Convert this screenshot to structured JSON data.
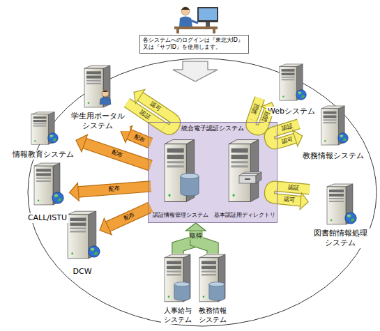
{
  "diagram": {
    "nodes": [
      {
        "text": [
          "各システムへのログインは『東北大ID』又は『サブID』を使用します。"
        ]
      },
      {
        "text": [
          "統合電子認証システム"
        ]
      },
      {
        "text": [
          "認証情報管理システム"
        ],
        "in": 1
      },
      {
        "text": [
          "基本認証用ディレクトリ"
        ],
        "in": 1
      },
      {
        "text": [
          "学生用ポータル システム"
        ]
      },
      {
        "text": [
          "情報教育システム"
        ]
      },
      {
        "text": [
          "CALL/ISTU"
        ]
      },
      {
        "text": [
          "DCW"
        ]
      },
      {
        "text": [
          "Webシステム"
        ]
      },
      {
        "text": [
          "教務情報システム"
        ]
      },
      {
        "text": [
          "図書館情報処理 システム"
        ]
      },
      {
        "text": [
          "人事給与 システム"
        ]
      },
      {
        "text": [
          "教務情報 システム"
        ]
      }
    ],
    "edges": [
      {
        "from": 2,
        "to": 4,
        "label": "配布",
        "arrow": "to"
      },
      {
        "from": 2,
        "to": 5,
        "label": "配布",
        "arrow": "to"
      },
      {
        "from": 2,
        "to": 6,
        "label": "配布",
        "arrow": "to"
      },
      {
        "from": 2,
        "to": 7,
        "label": "配布",
        "arrow": "to"
      },
      {
        "from": 4,
        "to": 1,
        "label": "認証",
        "arrow": "none"
      },
      {
        "from": 1,
        "to": 4,
        "label": "認可",
        "arrow": "to"
      },
      {
        "from": 8,
        "to": 1,
        "label": "認証",
        "arrow": "none"
      },
      {
        "from": 1,
        "to": 8,
        "label": "認可",
        "arrow": "to"
      },
      {
        "from": 9,
        "to": 1,
        "label": "認証",
        "arrow": "none"
      },
      {
        "from": 1,
        "to": 9,
        "label": "認可",
        "arrow": "to"
      },
      {
        "from": 10,
        "to": 1,
        "label": "認証",
        "arrow": "none"
      },
      {
        "from": 1,
        "to": 10,
        "label": "認可",
        "arrow": "to"
      },
      {
        "from": 11,
        "to": 1,
        "label": "取得",
        "arrow": "to"
      },
      {
        "from": 12,
        "to": 1,
        "arrow": "to"
      }
    ]
  }
}
